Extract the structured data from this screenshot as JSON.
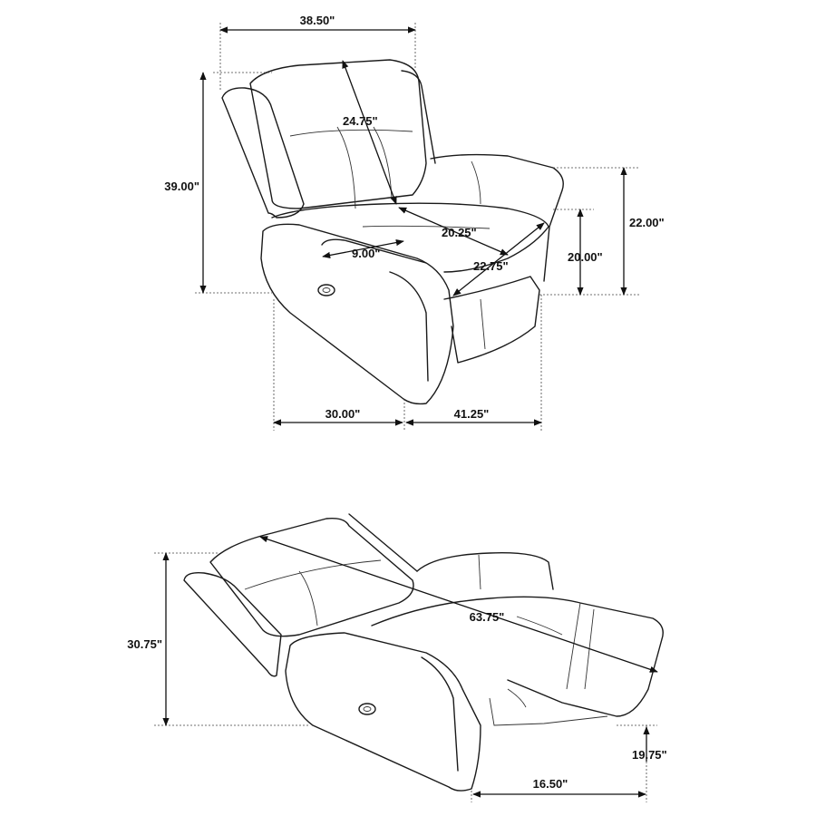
{
  "colors": {
    "line": "#111111",
    "background": "#ffffff"
  },
  "upright_view": {
    "dimensions": {
      "overall_width": "38.50\"",
      "overall_height": "39.00\"",
      "back_height": "24.75\"",
      "arm_height": "22.00\"",
      "seat_height": "20.00\"",
      "seat_width": "20.25\"",
      "arm_width": "9.00\"",
      "seat_depth": "22.75\"",
      "wall_clearance": "30.00\"",
      "overall_depth": "41.25\""
    }
  },
  "reclined_view": {
    "dimensions": {
      "reclined_height": "30.75\"",
      "reclined_length": "63.75\"",
      "footrest_height": "19.75\"",
      "footrest_extension": "16.50\""
    }
  }
}
